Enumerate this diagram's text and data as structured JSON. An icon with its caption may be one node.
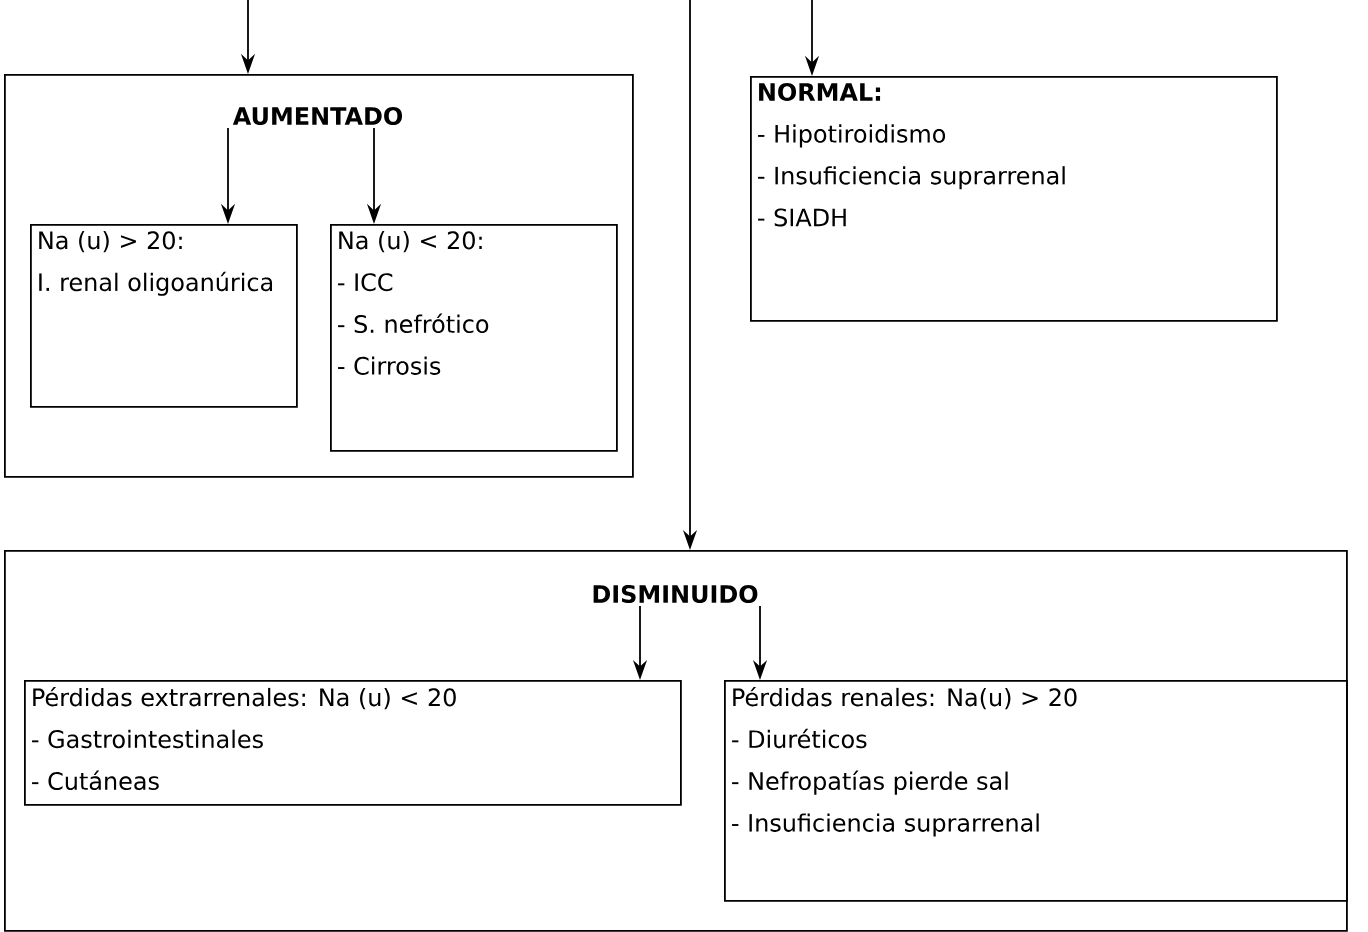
{
  "diagram": {
    "nodes": [
      {
        "text": [
          "AUMENTADO"
        ]
      },
      {
        "text": [
          "Na (u) > 20:",
          "I. renal oligoanúrica"
        ],
        "in": 0
      },
      {
        "text": [
          "Na (u) < 20:",
          "- ICC",
          "- S. nefrótico",
          "- Cirrosis"
        ],
        "in": 0
      },
      {
        "text": [
          "NORMAL:",
          "- Hipotiroidismo",
          "- Insuficiencia suprarrenal",
          "- SIADH"
        ]
      },
      {
        "text": [
          "DISMINUIDO"
        ]
      },
      {
        "text": [
          "Pérdidas extrarrenales: Na (u) < 20",
          "- Gastrointestinales",
          "- Cutáneas"
        ],
        "in": 4
      },
      {
        "text": [
          "Pérdidas renales: Na(u) > 20",
          "- Diuréticos",
          "- Nefropatías pierde sal",
          "- Insuficiencia suprarrenal"
        ],
        "in": 4
      }
    ],
    "edges": [
      {
        "from": null,
        "to": 0,
        "arrow": "to"
      },
      {
        "from": null,
        "to": 3,
        "arrow": "to"
      },
      {
        "from": null,
        "to": 4,
        "arrow": "to"
      },
      {
        "from": 0,
        "to": 1,
        "arrow": "to"
      },
      {
        "from": 0,
        "to": 2,
        "arrow": "to"
      },
      {
        "from": 4,
        "to": 5,
        "arrow": "to"
      },
      {
        "from": 4,
        "to": 6,
        "arrow": "to"
      }
    ]
  }
}
